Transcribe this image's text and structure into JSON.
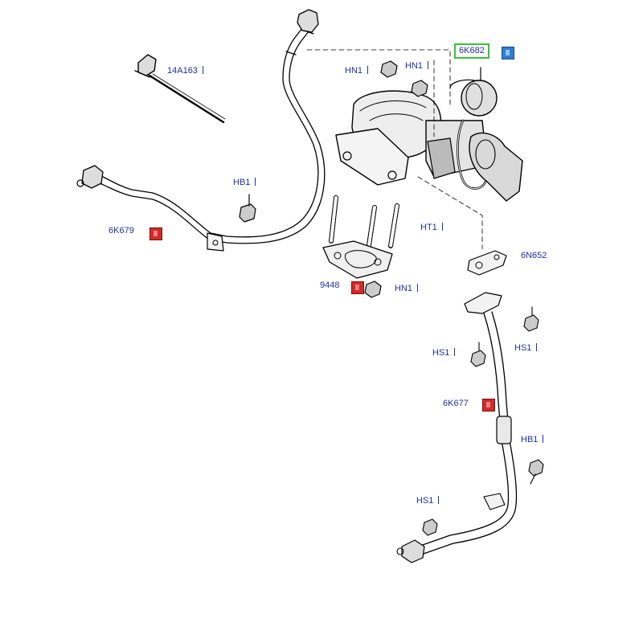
{
  "labels": {
    "p14a163": "14A163",
    "hn1_a": "HN1",
    "hn1_b": "HN1",
    "p6k682": "6K682",
    "hb1_a": "HB1",
    "p6k679": "6K679",
    "ht1": "HT1",
    "p6n652": "6N652",
    "p9448": "9448",
    "hn1_c": "HN1",
    "hs1_a": "HS1",
    "hs1_b": "HS1",
    "p6k677": "6K677",
    "hb1_b": "HB1",
    "hs1_c": "HS1"
  },
  "colors": {
    "label_text": "#1f2fa8",
    "callout_border": "#3bbf3b",
    "tag_red": "#d32a2a",
    "tag_blue": "#2f7fd1",
    "line": "#000000",
    "part_fill": "#e6e6e6"
  },
  "icons": {
    "tag_red": "part-tag-red-icon",
    "tag_blue": "part-tag-blue-icon"
  }
}
